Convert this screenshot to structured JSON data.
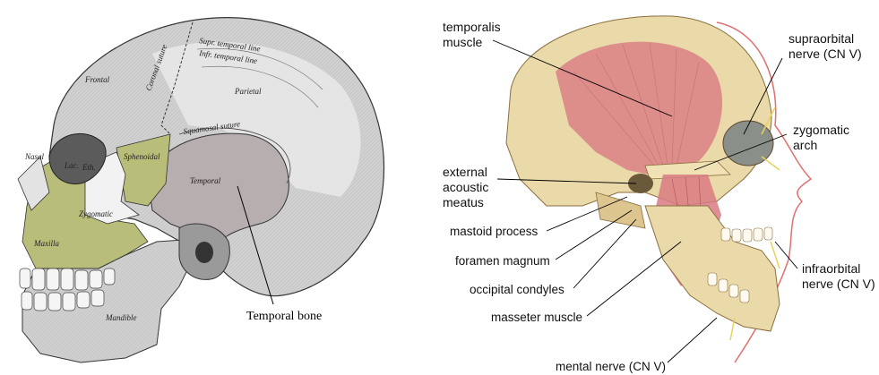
{
  "left_figure": {
    "region_labels": {
      "frontal": "Frontal",
      "coronal_suture": "Coronal suture",
      "sup_temporal_line": "Supr. temporal line",
      "infr_temporal_line": "Infr. temporal line",
      "parietal": "Parietal",
      "squamosal_suture": "Squamosal suture",
      "sphenoidal": "Sphenoidal",
      "temporal": "Temporal",
      "zygomatic": "Zygomatic",
      "lac": "Lac.",
      "eth": "Eth.",
      "nasal": "Nasal",
      "maxilla": "Maxilla",
      "mandible": "Mandible"
    },
    "callout": "Temporal bone",
    "colors": {
      "temporal_bone": "#b7aeb0",
      "maxilla_zygomatic": "#b9bd7a",
      "skull": "#d2d2d2"
    }
  },
  "right_figure": {
    "labels": {
      "temporalis_1": "temporalis",
      "temporalis_2": "muscle",
      "supraorbital_1": "supraorbital",
      "supraorbital_2": "nerve (CN V)",
      "zygomatic_1": "zygomatic",
      "zygomatic_2": "arch",
      "eam_1": "external",
      "eam_2": "acoustic",
      "eam_3": "meatus",
      "mastoid": "mastoid process",
      "foramen": "foramen magnum",
      "occipital": "occipital condyles",
      "masseter": "masseter muscle",
      "infraorbital_1": "infraorbital",
      "infraorbital_2": "nerve (CN V)",
      "mental": "mental nerve (CN V)"
    },
    "colors": {
      "bone": "#ead9a9",
      "muscle": "#d97a82",
      "skin_outline": "#e07070"
    }
  }
}
